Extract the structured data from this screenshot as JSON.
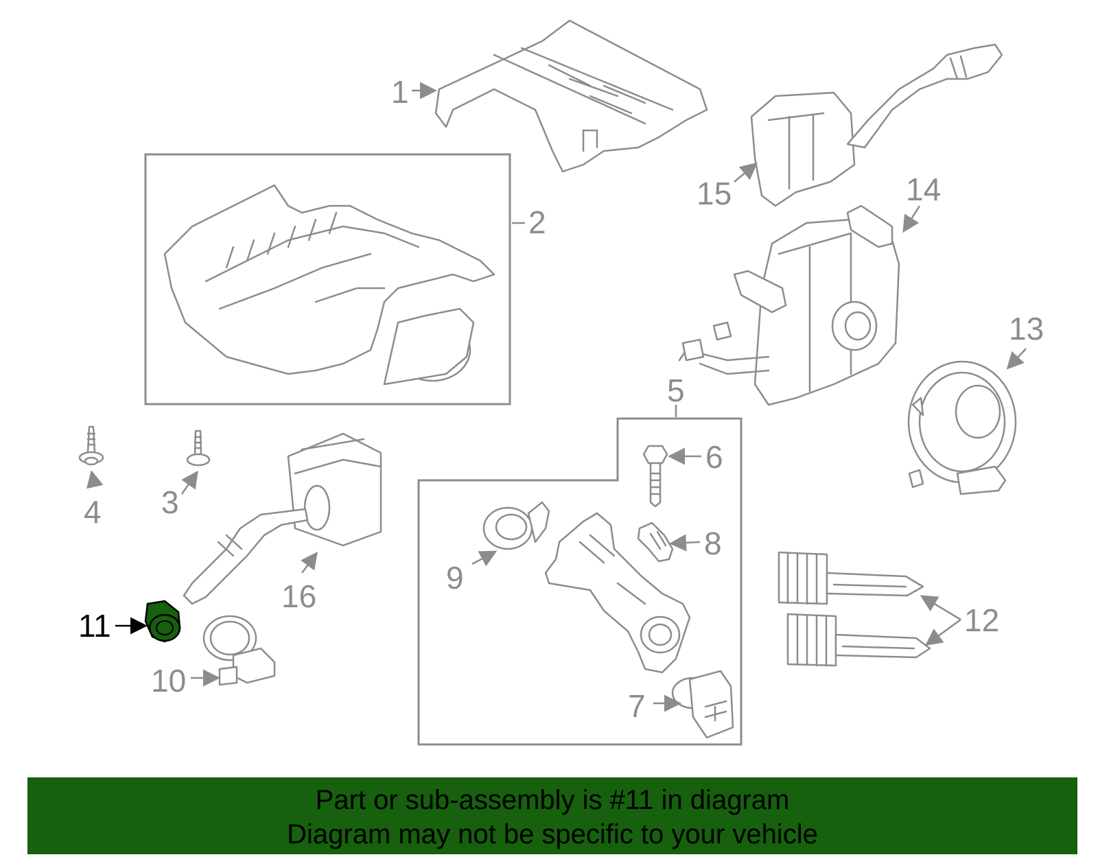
{
  "callouts": {
    "c1": "1",
    "c2": "2",
    "c3": "3",
    "c4": "4",
    "c5": "5",
    "c6": "6",
    "c7": "7",
    "c8": "8",
    "c9": "9",
    "c10": "10",
    "c11": "11",
    "c12": "12",
    "c13": "13",
    "c14": "14",
    "c15": "15",
    "c16": "16"
  },
  "highlight": {
    "part_number": "11",
    "color": "#16600e"
  },
  "colors": {
    "line": "#8c8c8c",
    "banner": "#16600e",
    "highlight_arrow": "#000000"
  },
  "banner": {
    "line1": "Part or sub-assembly is #11 in diagram",
    "line2": "Diagram may not be specific to your vehicle"
  }
}
